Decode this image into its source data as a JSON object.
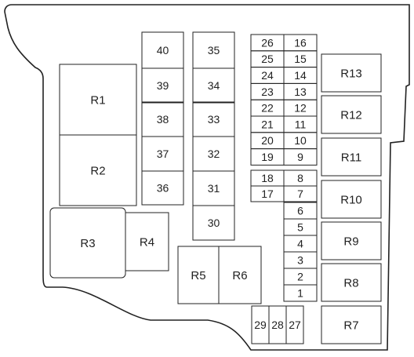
{
  "relays": {
    "r1": "R1",
    "r2": "R2",
    "r3": "R3",
    "r4": "R4",
    "r5": "R5",
    "r6": "R6",
    "r7": "R7",
    "r8": "R8",
    "r9": "R9",
    "r10": "R10",
    "r11": "R11",
    "r12": "R12",
    "r13": "R13"
  },
  "fuses": {
    "f1": "1",
    "f2": "2",
    "f3": "3",
    "f4": "4",
    "f5": "5",
    "f6": "6",
    "f7": "7",
    "f8": "8",
    "f9": "9",
    "f10": "10",
    "f11": "11",
    "f12": "12",
    "f13": "13",
    "f14": "14",
    "f15": "15",
    "f16": "16",
    "f17": "17",
    "f18": "18",
    "f19": "19",
    "f20": "20",
    "f21": "21",
    "f22": "22",
    "f23": "23",
    "f24": "24",
    "f25": "25",
    "f26": "26",
    "f27": "27",
    "f28": "28",
    "f29": "29",
    "f30": "30",
    "f31": "31",
    "f32": "32",
    "f33": "33",
    "f34": "34",
    "f35": "35",
    "f36": "36",
    "f37": "37",
    "f38": "38",
    "f39": "39",
    "f40": "40"
  },
  "colors": {
    "stroke": "#222222",
    "background": "#ffffff"
  }
}
